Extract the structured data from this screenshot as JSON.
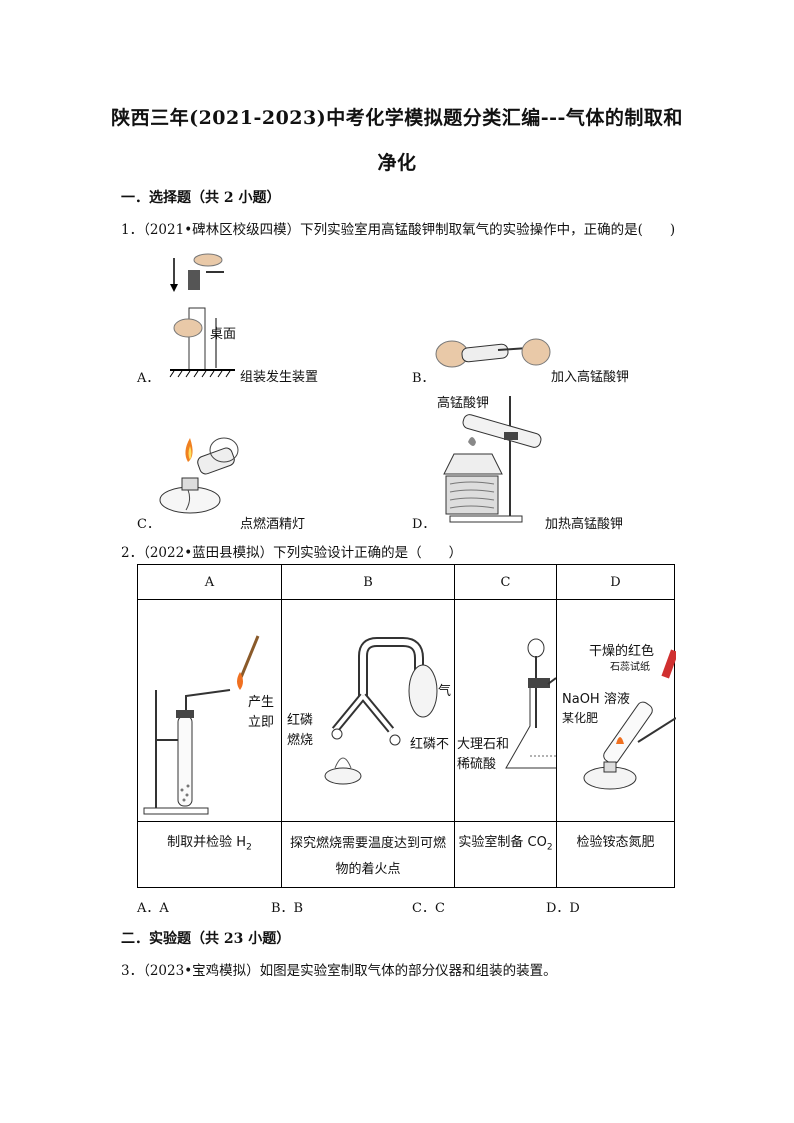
{
  "title_line1": "陕西三年(2021-2023)中考化学模拟题分类汇编---气体的制取和",
  "title_line2": "净化",
  "section1": "一．选择题（共 2 小题）",
  "q1": {
    "text": "1．（2021•碑林区校级四模）下列实验室用高锰酸钾制取氧气的实验操作中，正确的是(　　)",
    "options": [
      {
        "letter": "A．",
        "caption": "组装发生装置",
        "inner": "桌面"
      },
      {
        "letter": "B．",
        "caption": "加入高锰酸钾"
      },
      {
        "letter": "C．",
        "caption": "点燃酒精灯"
      },
      {
        "letter": "D．",
        "caption": "加热高锰酸钾",
        "inner": "高锰酸钾"
      }
    ]
  },
  "q2": {
    "text": "2．（2022•蓝田县模拟）下列实验设计正确的是（　　）",
    "headers": [
      "A",
      "B",
      "C",
      "D"
    ],
    "labels": {
      "a1": "产生",
      "a2": "立即",
      "b1": "红磷",
      "b2": "燃烧",
      "b3": "红磷不",
      "b4": "气",
      "c1": "大理石和",
      "c2": "稀硫酸",
      "d1": "干燥的红色",
      "d2": "石蕊试纸",
      "d3": "NaOH 溶液",
      "d4": "某化肥"
    },
    "captions": [
      "制取并检验 H",
      "探究燃烧需要温度达到可燃",
      "物的着火点",
      "实验室制备 CO",
      "检验铵态氮肥"
    ],
    "subscripts": [
      "2",
      "2"
    ],
    "options": [
      "A．A",
      "B．B",
      "C．C",
      "D．D"
    ]
  },
  "section2": "二．实验题（共 23 小题）",
  "q3": "3．（2023•宝鸡模拟）如图是实验室制取气体的部分仪器和组装的装置。"
}
